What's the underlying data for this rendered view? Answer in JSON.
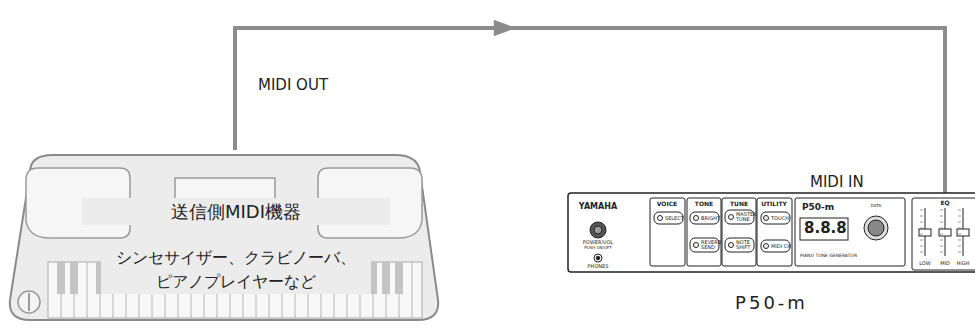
{
  "diagram": {
    "nodes": [
      {
        "text": [
          "送信側MIDI機器",
          "シンセサイザー、クラビノーバ、 ピアノプレイヤーなど"
        ]
      },
      {
        "text": [
          "P50-m"
        ]
      }
    ],
    "edges": [
      {
        "from": 0,
        "to": 1,
        "arrow": "to"
      }
    ],
    "labels": [
      "MIDI OUT",
      "MIDI IN",
      "YAMAHA",
      "POWER/VOL",
      "PUSH ON/OFF",
      "PHONES",
      "VOICE",
      "SELECT",
      "TONE",
      "BRIGHT",
      "REVERB SEND",
      "TUNE",
      "MASTER TUNE",
      "NOTE SHIFT",
      "UTILITY",
      "TOUCH",
      "MIDI CH",
      "P50-m",
      "8.8.8",
      "DATA",
      "PIANO TONE GENERATOR",
      "EQ",
      "LOW",
      "MID",
      "HIGH"
    ]
  }
}
